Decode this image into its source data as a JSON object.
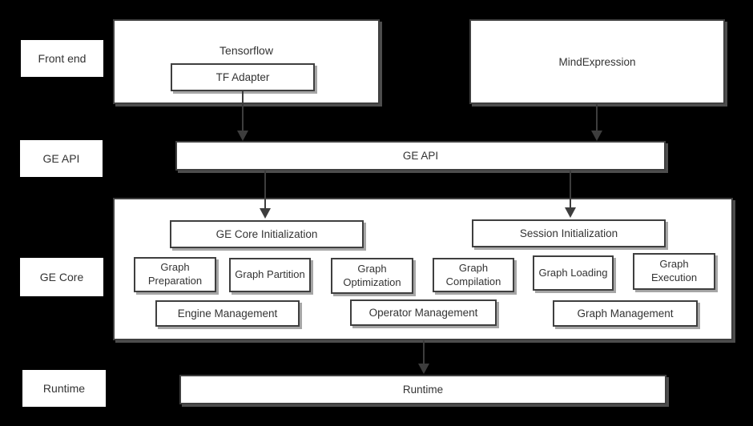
{
  "colors": {
    "background": "#000000",
    "box_fill": "#ffffff",
    "border": "#3f3f3f",
    "text": "#333333",
    "arrow": "#3d3d3d",
    "shadow": "#767676"
  },
  "row_labels": {
    "front_end": "Front end",
    "ge_api": "GE API",
    "ge_core": "GE Core",
    "runtime": "Runtime"
  },
  "front_end": {
    "tensorflow_title": "Tensorflow",
    "tf_adapter": "TF Adapter",
    "mind_expression": "MindExpression"
  },
  "ge_api_bar": "GE API",
  "ge_core": {
    "init_boxes": [
      "GE Core Initialization",
      "Session Initialization"
    ],
    "stage_boxes": [
      "Graph Preparation",
      "Graph Partition",
      "Graph Optimization",
      "Graph Compilation",
      "Graph Loading",
      "Graph Execution"
    ],
    "management_boxes": [
      "Engine Management",
      "Operator Management",
      "Graph Management"
    ]
  },
  "runtime_bar": "Runtime"
}
